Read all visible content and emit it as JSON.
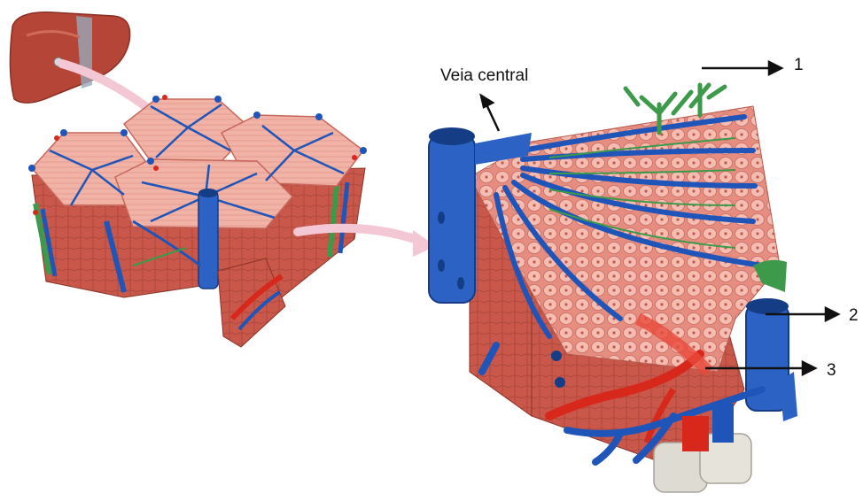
{
  "labels": {
    "central_vein": "Veia central",
    "n1": "1",
    "n2": "2",
    "n3": "3"
  },
  "colors": {
    "liver": "#b8473a",
    "tissue": "#e9968a",
    "cell": "#f3b8ae",
    "vein": "#1f55b8",
    "artery": "#d8281c",
    "bile_duct": "#3c9a4a",
    "arrow": "#f3c7d4"
  }
}
